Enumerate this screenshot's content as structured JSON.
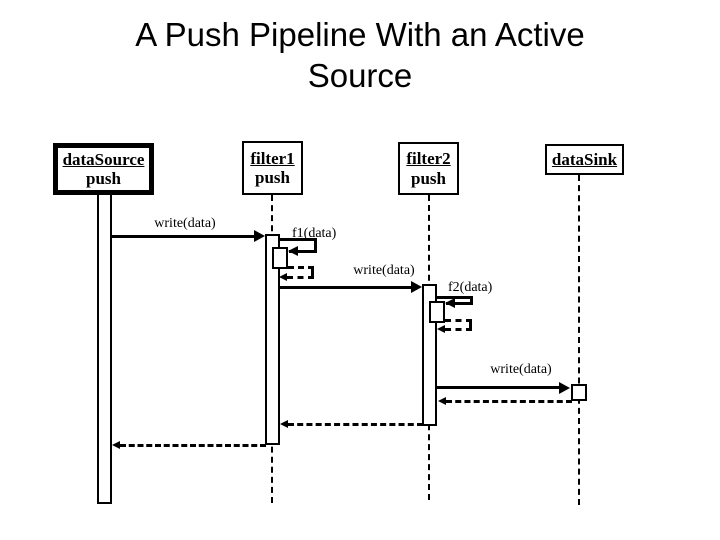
{
  "title": {
    "line1": "A Push Pipeline With an Active",
    "line2": "Source"
  },
  "participants": [
    {
      "name": "dataSource",
      "operation": "push"
    },
    {
      "name": "filter1",
      "operation": "push"
    },
    {
      "name": "filter2",
      "operation": "push"
    },
    {
      "name": "dataSink",
      "operation": ""
    }
  ],
  "messages": {
    "write1": "write(data)",
    "f1": "f1(data)",
    "write2": "write(data)",
    "f2": "f2(data)",
    "write3": "write(data)"
  },
  "colors": {
    "ink": "#000000",
    "background": "#ffffff"
  }
}
